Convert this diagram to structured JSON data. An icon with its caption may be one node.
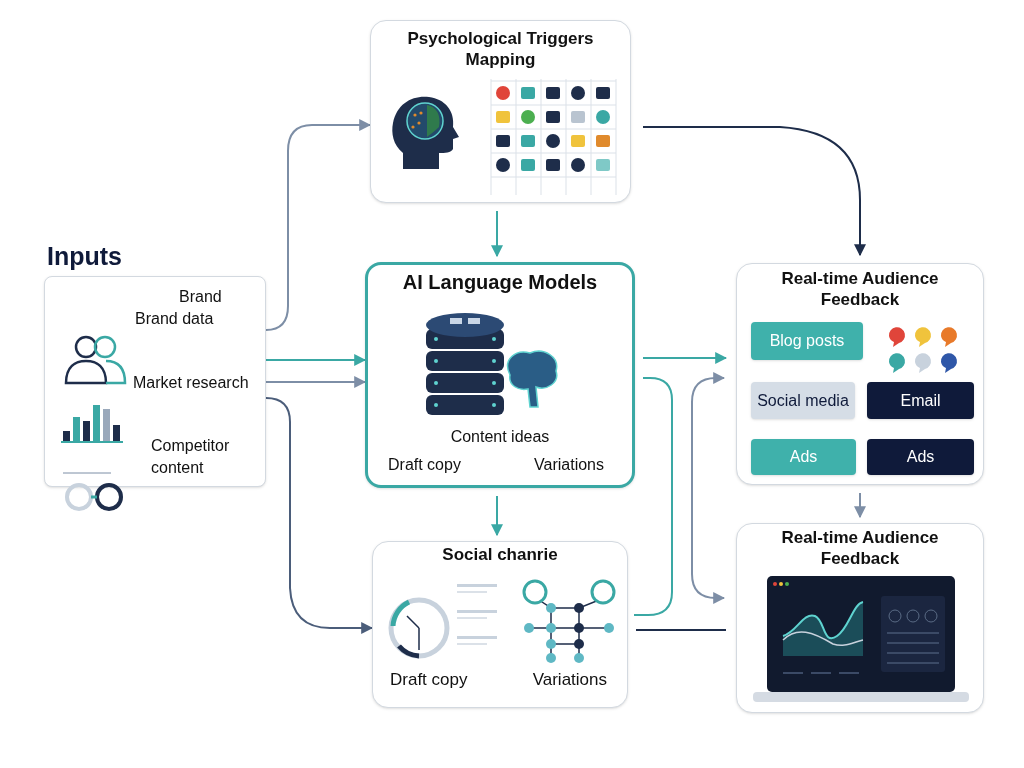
{
  "diagram": {
    "nodes": [
      {
        "text": [
          "Inputs",
          "Brand",
          "Brand data",
          "Market research",
          "Competitor content"
        ]
      },
      {
        "text": [
          "Psychological Triggers Mapping"
        ]
      },
      {
        "text": [
          "AI Language Models",
          "Content ideas",
          "Draft copy",
          "Variations"
        ]
      },
      {
        "text": [
          "Social chanrie",
          "Draft copy",
          "Variations"
        ]
      },
      {
        "text": [
          "Real-time Audience Feedback"
        ]
      },
      {
        "text": [
          "Blog posts"
        ],
        "in": 4
      },
      {
        "text": [
          "Social media"
        ],
        "in": 4
      },
      {
        "text": [
          "Email"
        ],
        "in": 4
      },
      {
        "text": [
          "Ads"
        ],
        "in": 4
      },
      {
        "text": [
          "Ads"
        ],
        "in": 4
      },
      {
        "text": [
          "Real-time Audience Feedback"
        ]
      }
    ],
    "edges": [
      {
        "from": 0,
        "to": 1,
        "arrow": "to",
        "color": "#7d8ea6"
      },
      {
        "from": 0,
        "to": 2,
        "arrow": "to"
      },
      {
        "from": 0,
        "to": 2,
        "arrow": "to",
        "color": "#7d8ea6"
      },
      {
        "from": 0,
        "to": 3,
        "arrow": "to",
        "color": "#4b5d7a"
      },
      {
        "from": 1,
        "to": 2,
        "arrow": "to"
      },
      {
        "from": 1,
        "to": 4,
        "arrow": "to",
        "color": "#1e2d4a"
      },
      {
        "from": 2,
        "to": 4,
        "arrow": "to"
      },
      {
        "from": 2,
        "to": 3,
        "arrow": "none"
      },
      {
        "from": 2,
        "to": 3,
        "arrow": "to"
      },
      {
        "from": 4,
        "to": 10,
        "arrow": "both",
        "color": "#7d8ea6"
      },
      {
        "from": 4,
        "to": 10,
        "arrow": "to",
        "color": "#7d8ea6"
      },
      {
        "from": 3,
        "to": 10,
        "arrow": "none",
        "color": "#1e2d4a"
      }
    ]
  }
}
